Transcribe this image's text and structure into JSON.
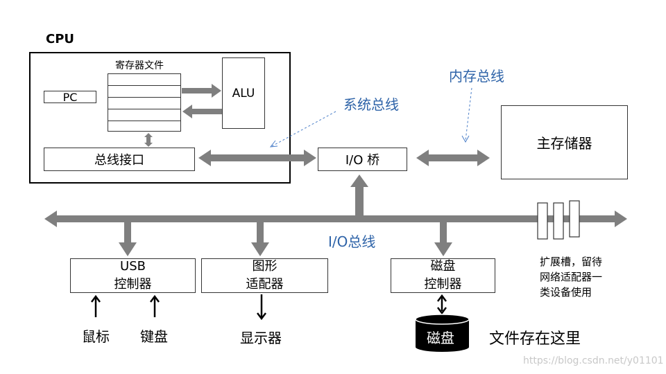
{
  "cpu": {
    "title": "CPU",
    "register_file_label": "寄存器文件",
    "pc_label": "PC",
    "alu_label": "ALU",
    "bus_interface_label": "总线接口"
  },
  "io_bridge_label": "I/O 桥",
  "main_memory_label": "主存储器",
  "system_bus_label": "系统总线",
  "memory_bus_label": "内存总线",
  "io_bus_label": "I/O总线",
  "usb_controller": {
    "line1": "USB",
    "line2": "控制器"
  },
  "graphics_adapter": {
    "line1": "图形",
    "line2": "适配器"
  },
  "disk_controller": {
    "line1": "磁盘",
    "line2": "控制器"
  },
  "mouse_label": "鼠标",
  "keyboard_label": "键盘",
  "display_label": "显示器",
  "disk_label": "磁盘",
  "file_note": "文件存在这里",
  "expansion_note": [
    "扩展槽，留待",
    "网络适配器一",
    "类设备使用"
  ],
  "watermark": "https://blog.csdn.net/y01101",
  "colors": {
    "arrow": "#7f7f7f",
    "label_blue": "#2e63a8",
    "dashed": "#4a7ec8"
  }
}
